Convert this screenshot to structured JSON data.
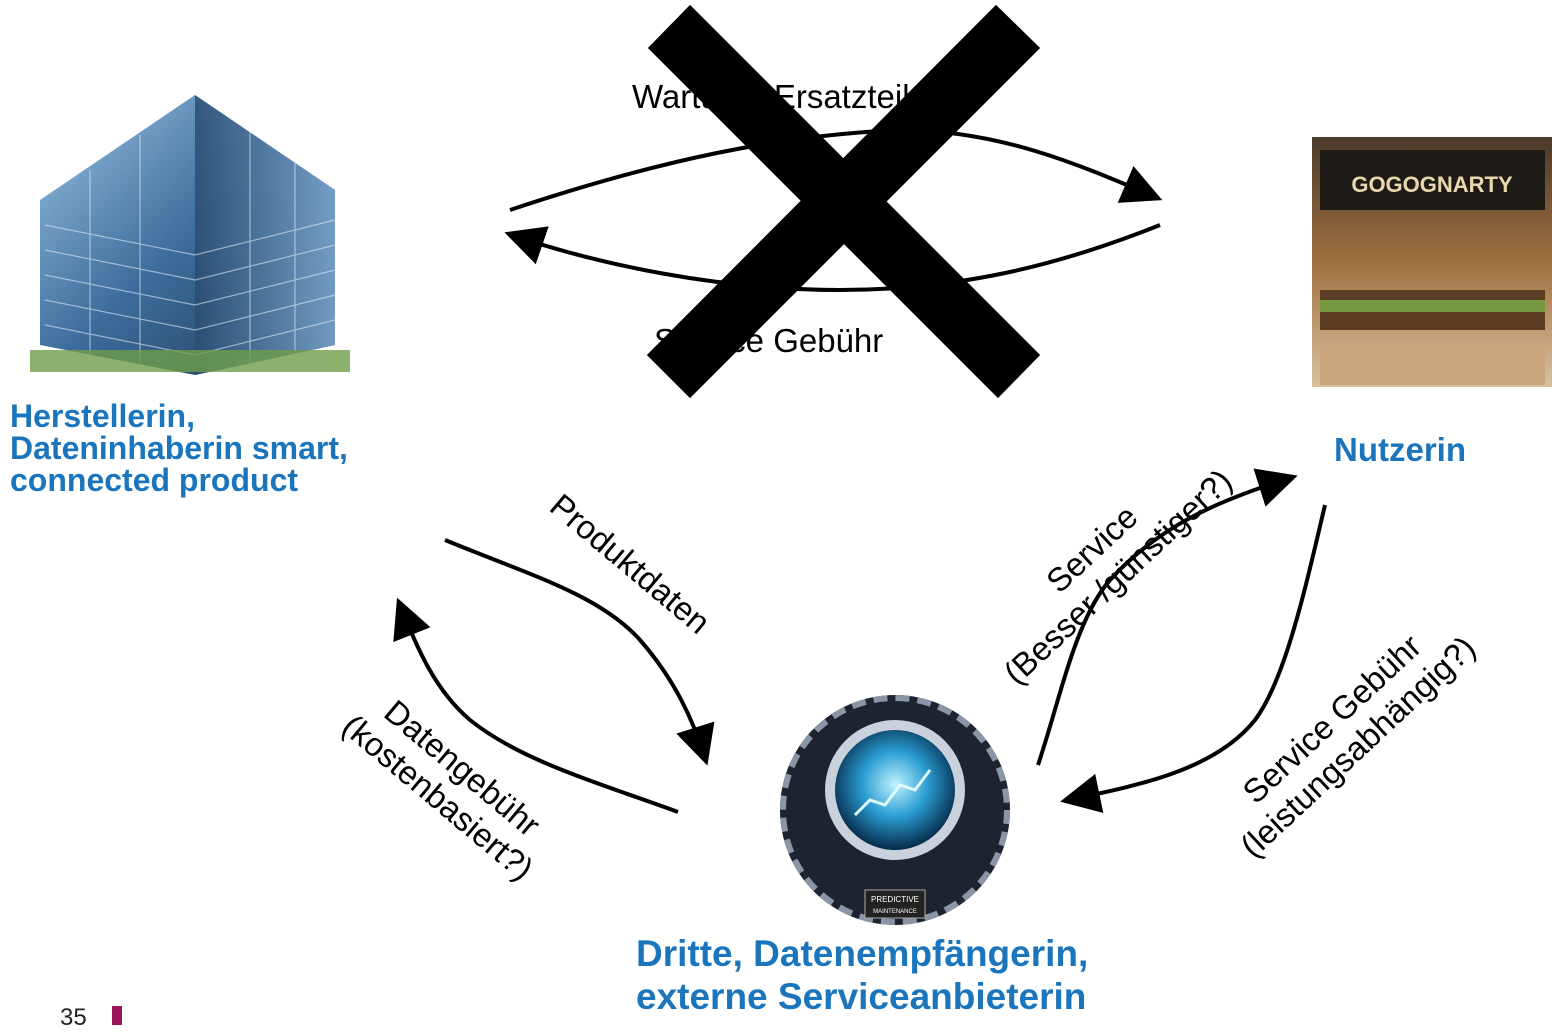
{
  "nodes": {
    "manufacturer": [
      "Herstellerin,",
      "Dateninhaberin smart,",
      "connected product"
    ],
    "user": [
      "Nutzerin"
    ],
    "third_party": [
      "Dritte, Datenempfängerin,",
      "externe Serviceanbieterin"
    ]
  },
  "images": {
    "manufacturer": "office-building-image",
    "user": "restaurant-image",
    "third_party": "predictive-maintenance-emblem",
    "third_party_emblem_text": [
      "PREDICTIVE",
      "MAINTENANCE"
    ],
    "restaurant_sign_text": "GOGOGNARTY"
  },
  "edges": {
    "top_forward": "Wartung, Ersatzteile",
    "top_backward": "Service Gebühr",
    "produktdaten": "Produktdaten",
    "datengebuehr": [
      "Datengebühr",
      "(kostenbasiert?)"
    ],
    "service": [
      "Service",
      "(Besser /günstiger?)"
    ],
    "service_gebuehr": [
      "Service Gebühr",
      "(leistungsabhängig?)"
    ]
  },
  "colors": {
    "node_label": "#1a75bc",
    "arrow": "#000000",
    "cross": "#000000",
    "page_mark": "#9b1458"
  },
  "page_number": "35"
}
